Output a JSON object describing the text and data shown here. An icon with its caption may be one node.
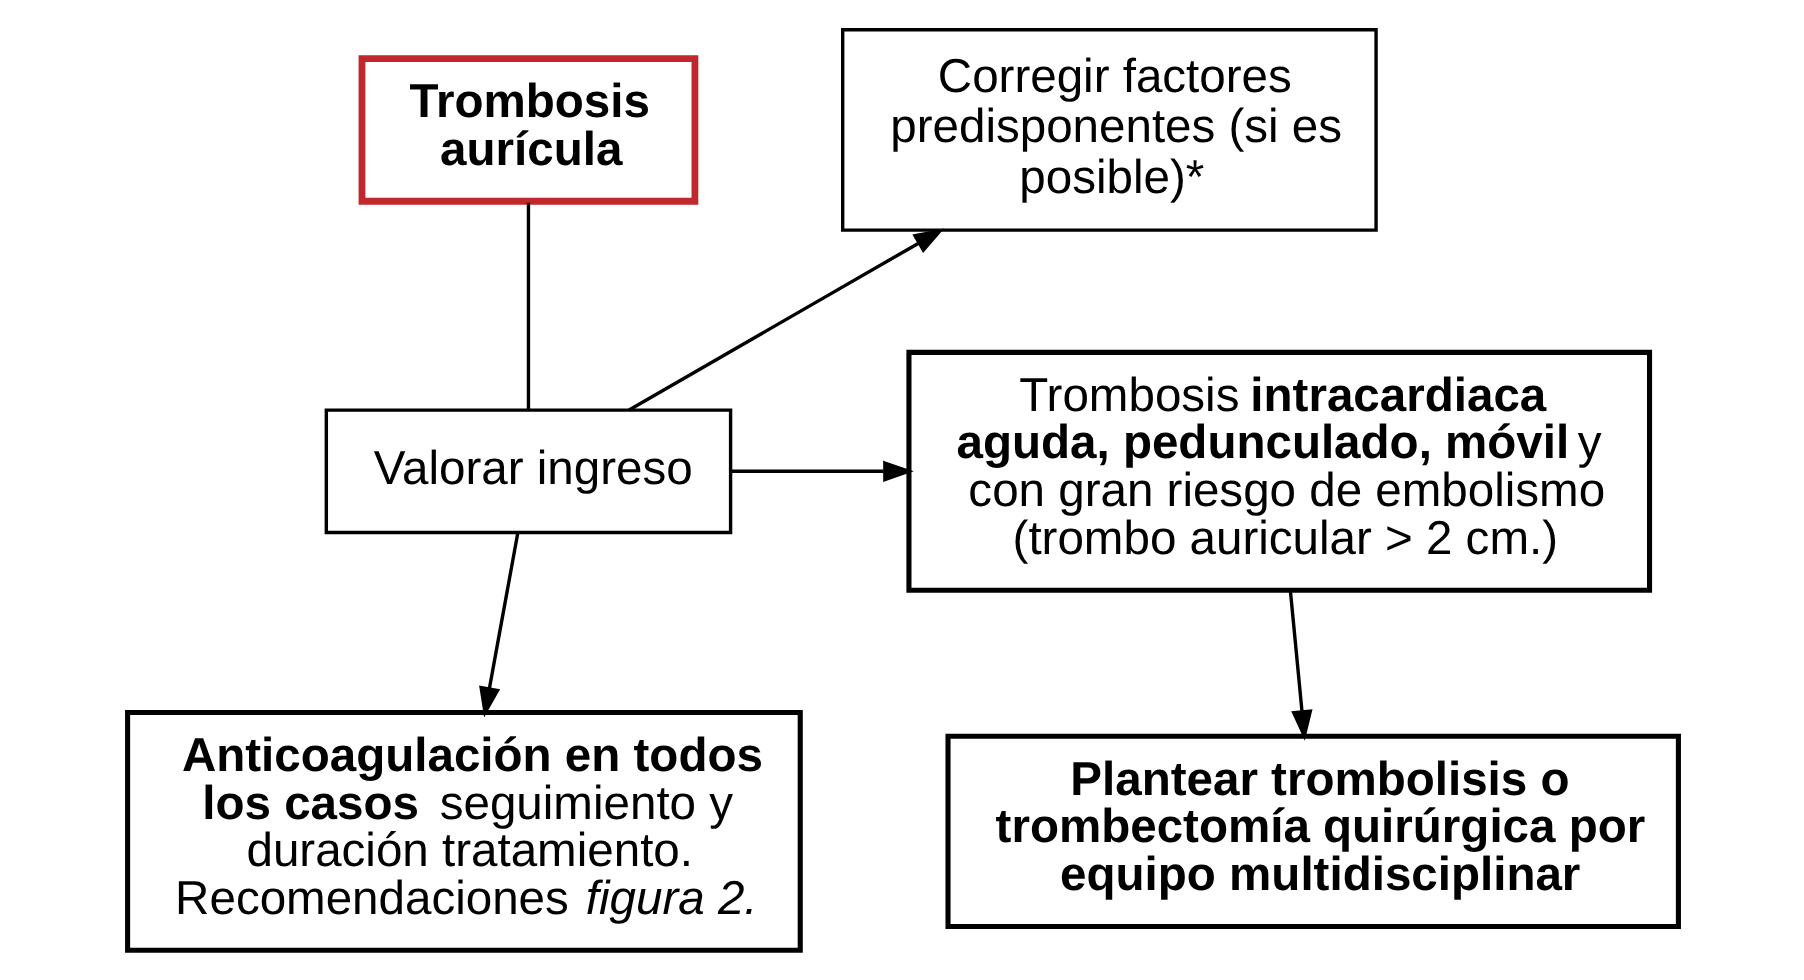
{
  "diagram": {
    "nodes": [
      {
        "text": [
          "**Trombosis aurícula**"
        ]
      },
      {
        "text": [
          "Valorar ingreso"
        ]
      },
      {
        "text": [
          "**Anticoagulación en todos los casos** seguimiento y duración tratamiento. Recomendaciones *figura 2.*"
        ]
      },
      {
        "text": [
          "Corregir factores predisponentes (si es posible)*"
        ]
      },
      {
        "text": [
          "Trombosis **intracardiaca aguda, pedunculado, móvil** y con gran riesgo de embolismo (trombo auricular > 2 cm.)"
        ]
      },
      {
        "text": [
          "**Plantear trombolisis o trombectomía quirúrgica por equipo multidisciplinar**"
        ]
      }
    ],
    "edges": [
      {
        "from": 0,
        "to": 1,
        "arrow": "none"
      },
      {
        "from": 1,
        "to": 2,
        "arrow": "to"
      },
      {
        "from": 1,
        "to": 3,
        "arrow": "to"
      },
      {
        "from": 1,
        "to": 4,
        "arrow": "to"
      },
      {
        "from": 4,
        "to": 5,
        "arrow": "to"
      }
    ]
  }
}
